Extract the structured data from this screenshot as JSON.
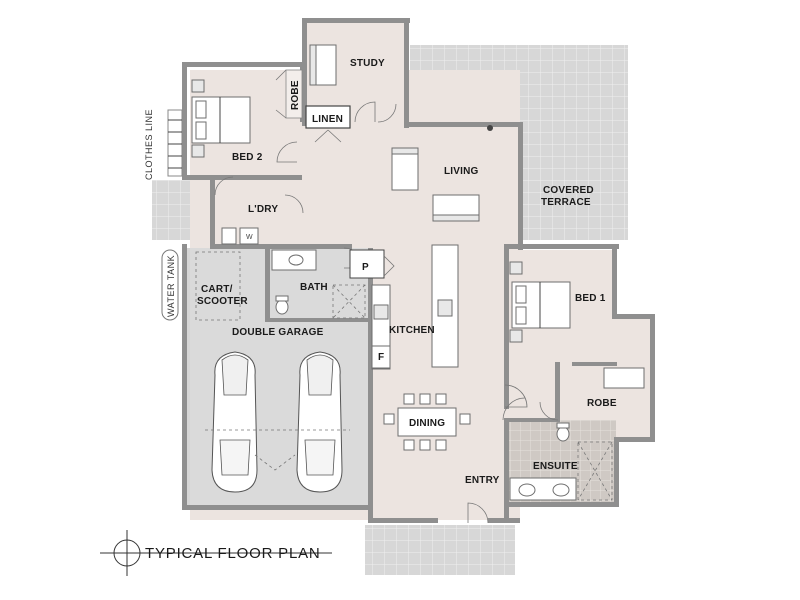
{
  "title": "TYPICAL  FLOOR PLAN",
  "rooms": {
    "study": "STUDY",
    "robe_small": "ROBE",
    "linen": "LINEN",
    "bed2": "BED 2",
    "living": "LIVING",
    "covered_terrace_1": "COVERED",
    "covered_terrace_2": "TERRACE",
    "laundry": "L'DRY",
    "bath": "BATH",
    "pantry": "P",
    "cart_1": "CART/",
    "cart_2": "SCOOTER",
    "double_garage": "DOUBLE GARAGE",
    "kitchen": "KITCHEN",
    "fridge": "F",
    "bed1": "BED 1",
    "robe": "ROBE",
    "dining": "DINING",
    "ensuite": "ENSUITE",
    "entry": "ENTRY",
    "washer": "W"
  },
  "side_labels": {
    "clothes_line": "CLOTHES LINE",
    "water_tank": "WATER TANK"
  },
  "colors": {
    "wall": "#8f8f8f",
    "floor": "#ece4e0",
    "outdoor": "#d7d7d7",
    "wet_area": "#cfc6bf"
  }
}
